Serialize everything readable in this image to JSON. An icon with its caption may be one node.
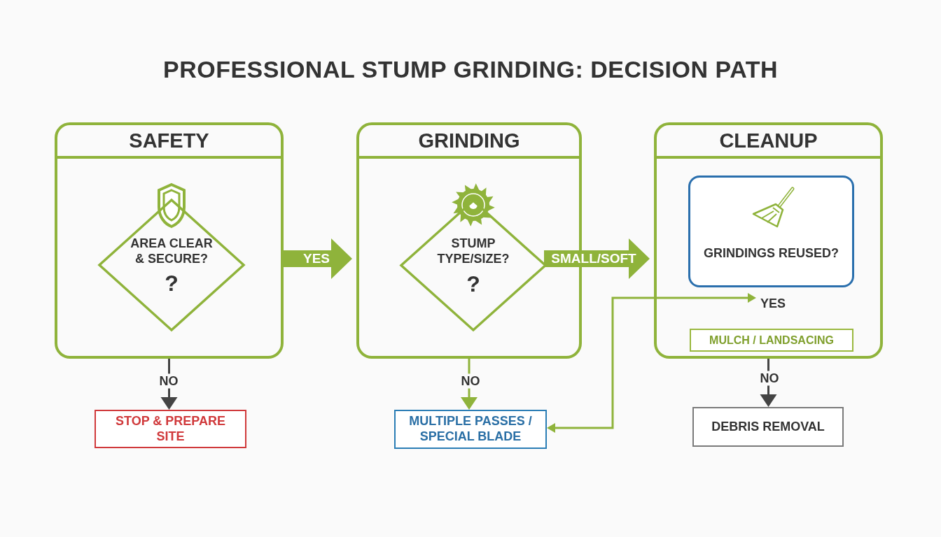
{
  "diagram": {
    "title": "PROFESSIONAL STUMP GRINDING: DECISION PATH",
    "nodes": [
      {
        "text": [
          "SAFETY"
        ]
      },
      {
        "text": [
          "AREA CLEAR & SECURE?",
          "?"
        ],
        "in": 0
      },
      {
        "text": [
          "GRINDING"
        ]
      },
      {
        "text": [
          "STUMP TYPE/SIZE?",
          "?"
        ],
        "in": 2
      },
      {
        "text": [
          "CLEANUP"
        ]
      },
      {
        "text": [
          "GRINDINGS REUSED?"
        ],
        "in": 4
      },
      {
        "text": [
          "YES"
        ],
        "in": 4
      },
      {
        "text": [
          "MULCH / LANDSACING"
        ],
        "in": 4
      },
      {
        "text": [
          "STOP & PREPARE SITE"
        ]
      },
      {
        "text": [
          "MULTIPLE PASSES / SPECIAL BLADE"
        ]
      },
      {
        "text": [
          "DEBRIS REMOVAL"
        ]
      }
    ],
    "edges": [
      {
        "from": 0,
        "to": 2,
        "arrow": "to",
        "label": "YES",
        "style": "thick"
      },
      {
        "from": 3,
        "to": 4,
        "arrow": "to",
        "label": "SMALL/SOFT",
        "style": "thick"
      },
      {
        "from": 0,
        "to": 8,
        "arrow": "to",
        "label": "NO",
        "color": "#444444"
      },
      {
        "from": 2,
        "to": 9,
        "arrow": "to",
        "label": "NO"
      },
      {
        "from": 4,
        "to": 10,
        "arrow": "to",
        "label": "NO",
        "color": "#444444"
      },
      {
        "from": 6,
        "to": 9,
        "arrow": "both"
      }
    ]
  }
}
